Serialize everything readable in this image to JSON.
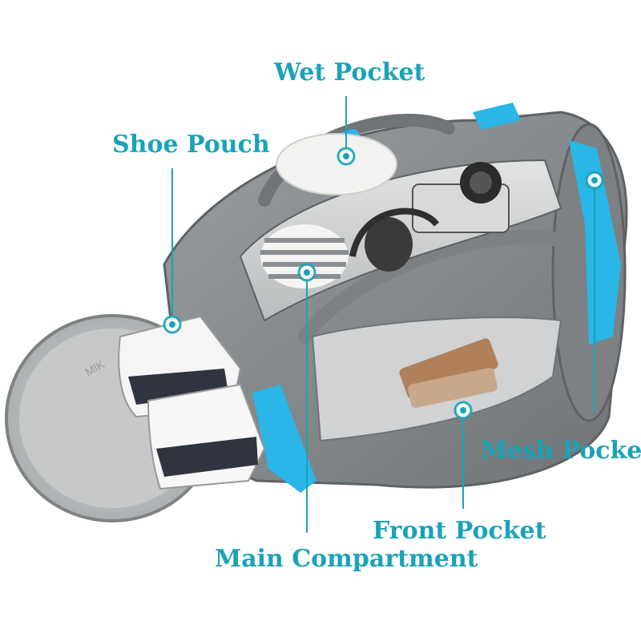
{
  "colors": {
    "label": "#1aa3b8",
    "accent": "#2ab6e6",
    "bag": "#8c9091",
    "interior": "#c9cbcc"
  },
  "labels": {
    "wet_pocket": "Wet Pocket",
    "shoe_pouch": "Shoe Pouch",
    "mesh_pocket": "Mesh Pocket",
    "front_pocket": "Front Pocket",
    "main_compartment": "Main Compartment"
  },
  "bag_print": "MIK"
}
